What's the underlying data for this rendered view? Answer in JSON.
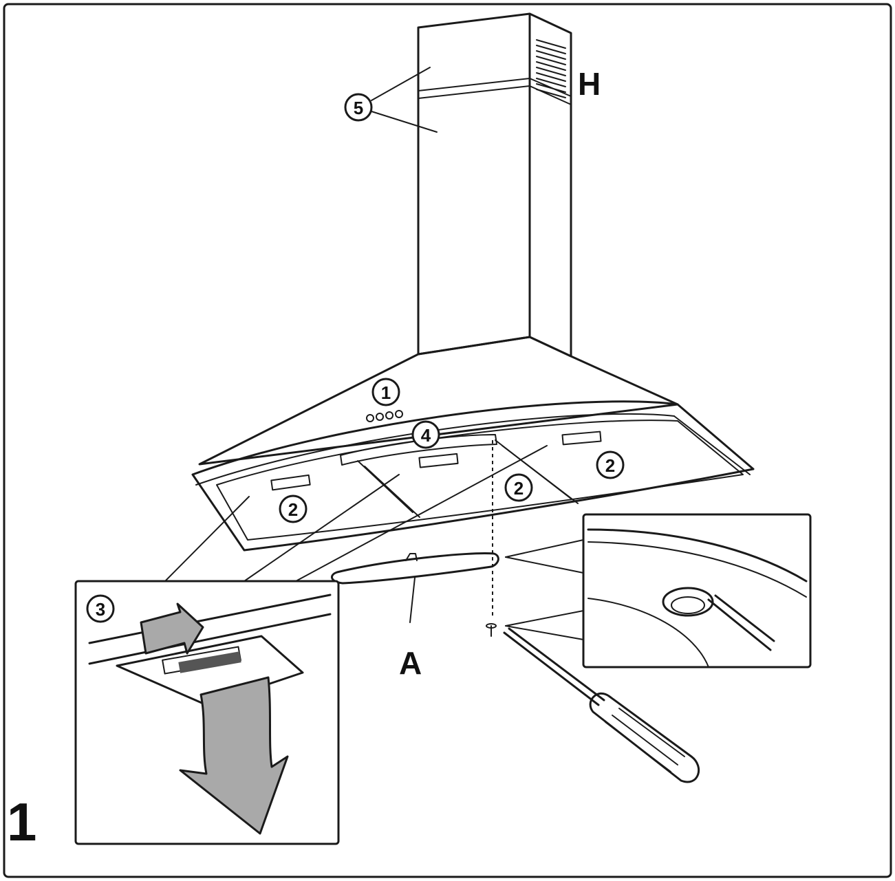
{
  "callouts": {
    "c1": "1",
    "c2a": "2",
    "c2b": "2",
    "c2c": "2",
    "c3": "3",
    "c4": "4",
    "c5": "5"
  },
  "letters": {
    "h": "H",
    "a": "A"
  },
  "step_number": "1",
  "colors": {
    "line": "#1a1a1a",
    "arrow_fill": "#a9a9a9",
    "background": "#ffffff"
  },
  "icons": [
    "screwdriver-icon",
    "screw-icon",
    "press-arrow-icon",
    "pull-down-arrow-icon"
  ]
}
